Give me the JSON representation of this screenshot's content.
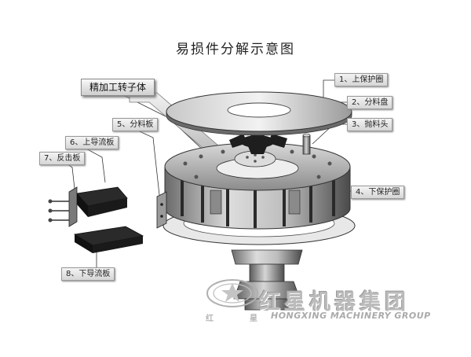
{
  "title": "易损件分解示意图",
  "rotor_label": "精加工转子体",
  "callouts": {
    "upper_guard": "1、上保护圈",
    "distributor_plate": "2、分料盘",
    "throw_head": "3、抛料头",
    "lower_guard": "4、下保护圈",
    "splitter_plate": "5、分料板",
    "upper_guide": "6、上导流板",
    "impact_plate": "7、反击板",
    "lower_guide": "8、下导流板"
  },
  "brand": {
    "name_cn": "红星机器集团",
    "name_en": "HONGXING MACHINERY GROUP",
    "small_left": "红",
    "small_right": "星"
  },
  "colors": {
    "metal_light": "#e0e0e0",
    "metal_mid": "#a0a0a0",
    "metal_dark": "#3a3a3a",
    "part_black": "#1e1e1e"
  }
}
